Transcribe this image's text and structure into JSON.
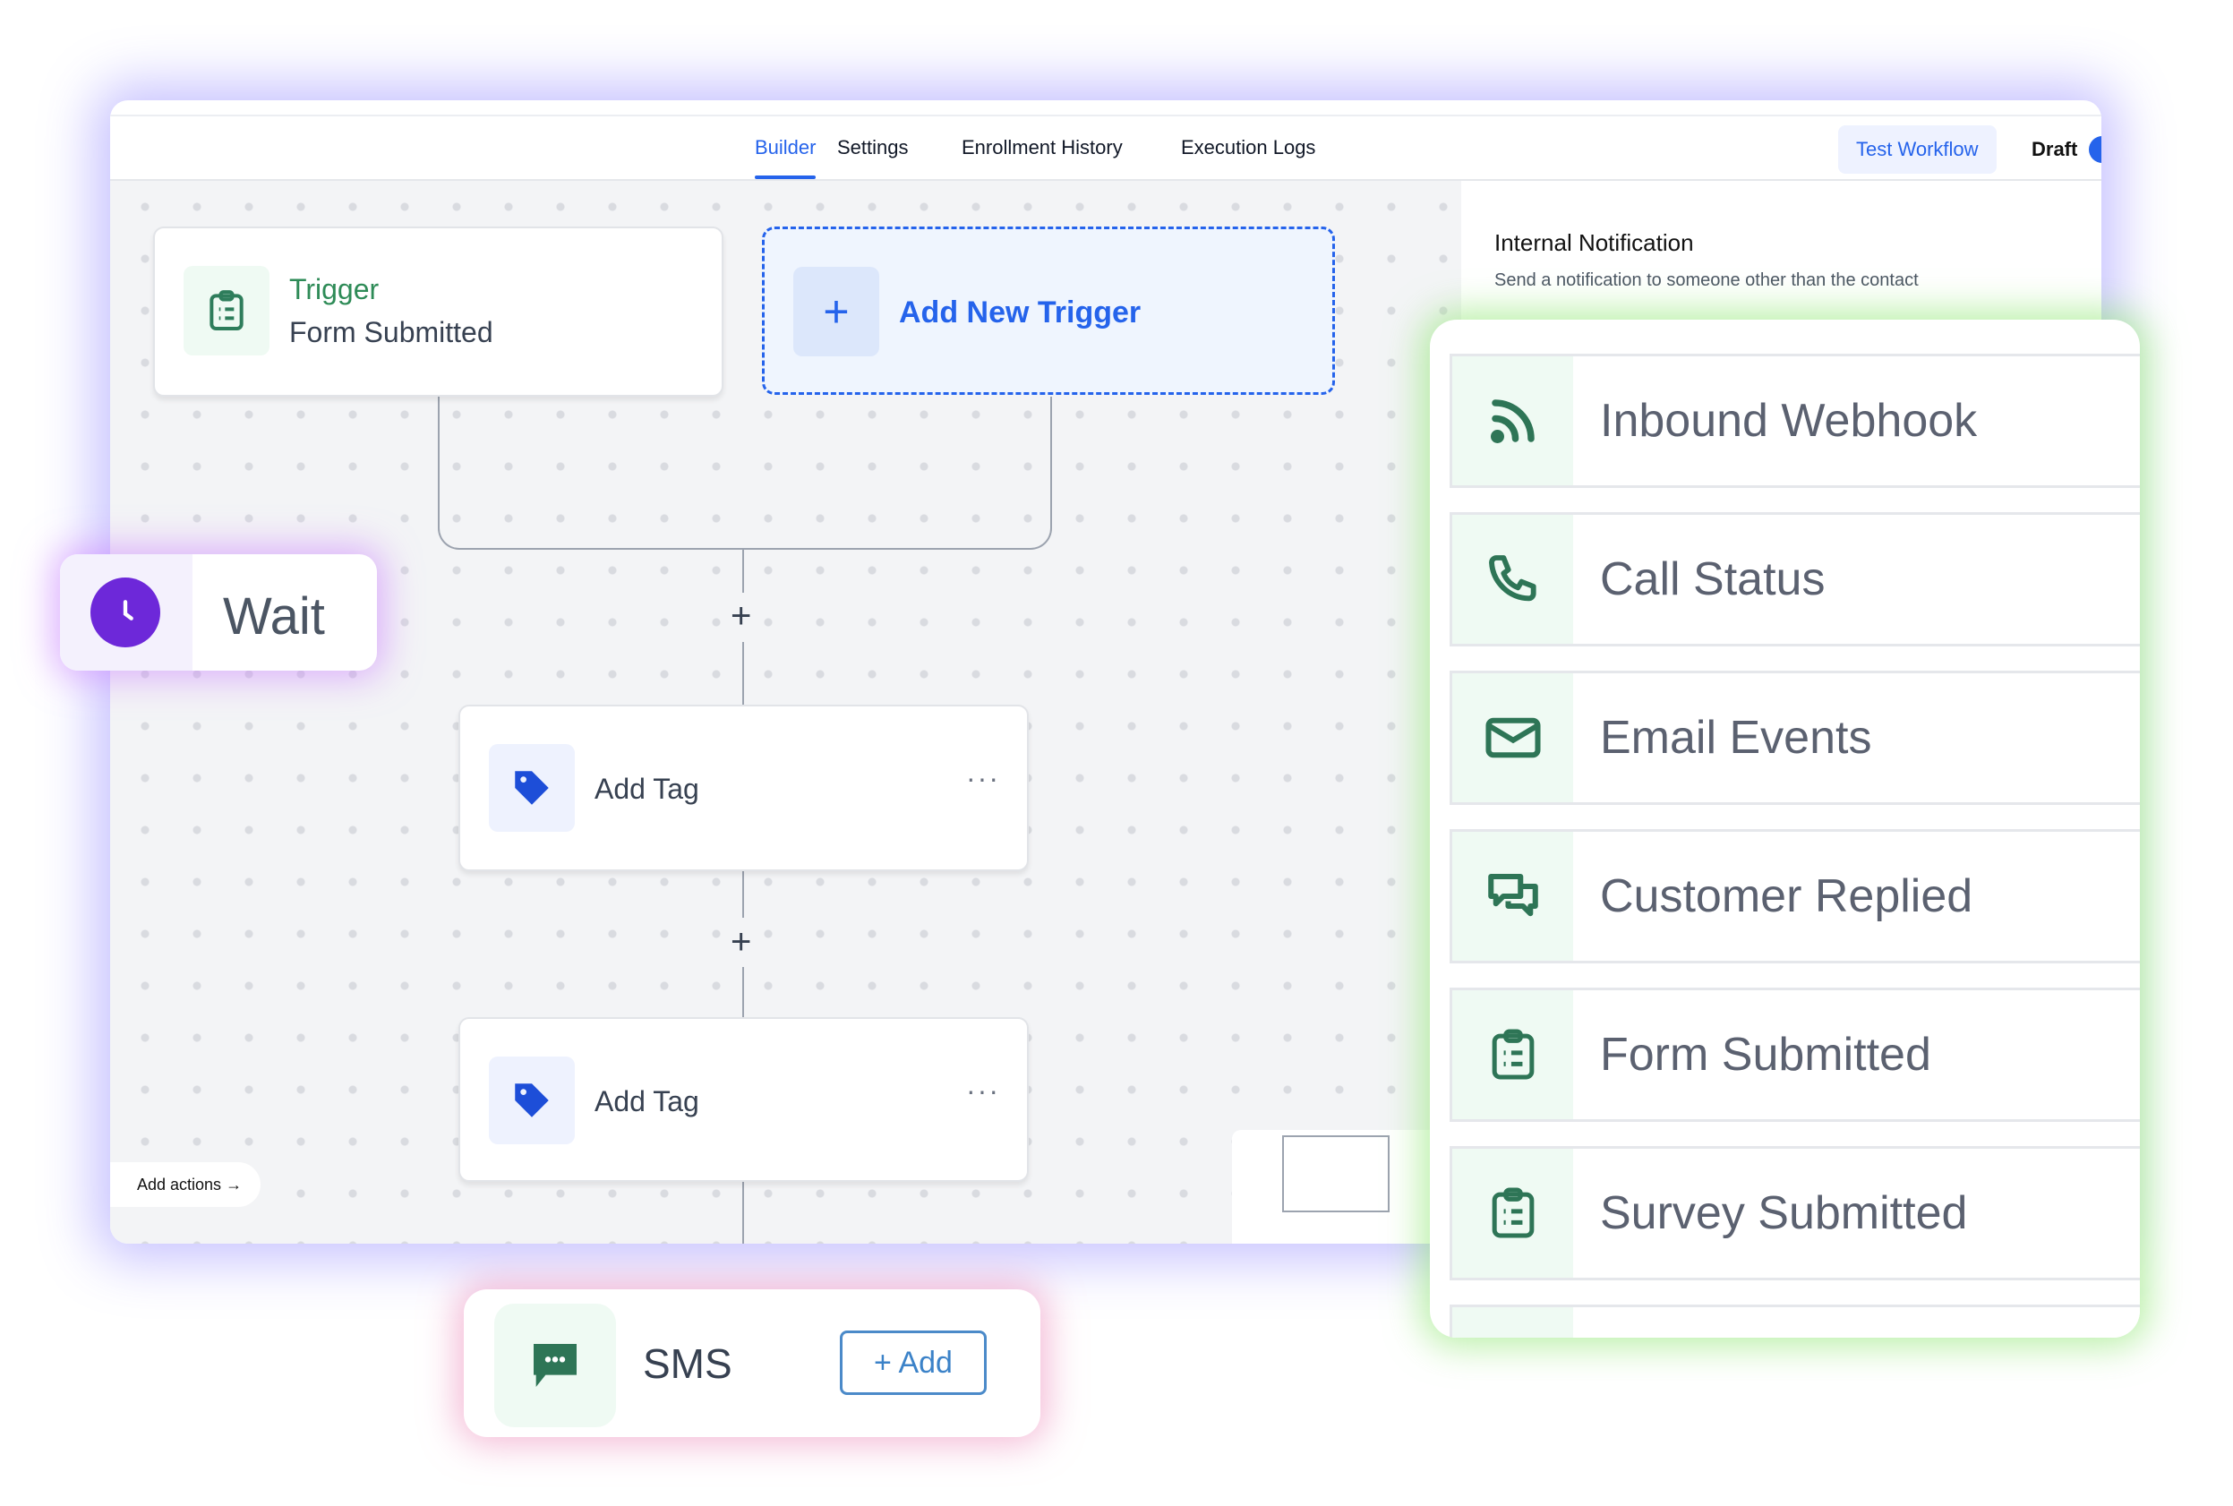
{
  "header": {
    "tabs": [
      {
        "label": "Builder",
        "active": true
      },
      {
        "label": "Settings"
      },
      {
        "label": "Enrollment History"
      },
      {
        "label": "Execution Logs"
      }
    ],
    "test_workflow": "Test Workflow",
    "status": "Draft"
  },
  "right_panel": {
    "title": "Internal Notification",
    "subtitle": "Send a notification to someone other than the contact"
  },
  "trigger": {
    "label": "Trigger",
    "value": "Form Submitted",
    "icon": "clipboard-icon"
  },
  "add_trigger": {
    "label": "Add New Trigger",
    "icon": "plus-icon"
  },
  "actions": [
    {
      "label": "Add Tag",
      "icon": "tag-icon"
    },
    {
      "label": "Add Tag",
      "icon": "tag-icon"
    }
  ],
  "add_actions": "Add actions",
  "wait": {
    "label": "Wait",
    "icon": "clock-icon"
  },
  "sms": {
    "label": "SMS",
    "button": "+ Add",
    "icon": "chat-icon"
  },
  "trigger_list": [
    {
      "label": "Inbound Webhook",
      "icon": "webhook-icon"
    },
    {
      "label": "Call Status",
      "icon": "phone-icon"
    },
    {
      "label": "Email Events",
      "icon": "mail-icon"
    },
    {
      "label": "Customer Replied",
      "icon": "chat-bubbles-icon"
    },
    {
      "label": "Form Submitted",
      "icon": "clipboard-icon"
    },
    {
      "label": "Survey Submitted",
      "icon": "clipboard-icon"
    }
  ],
  "colors": {
    "accent": "#2563eb",
    "green": "#2e7d5b",
    "purple": "#6d28d9"
  }
}
